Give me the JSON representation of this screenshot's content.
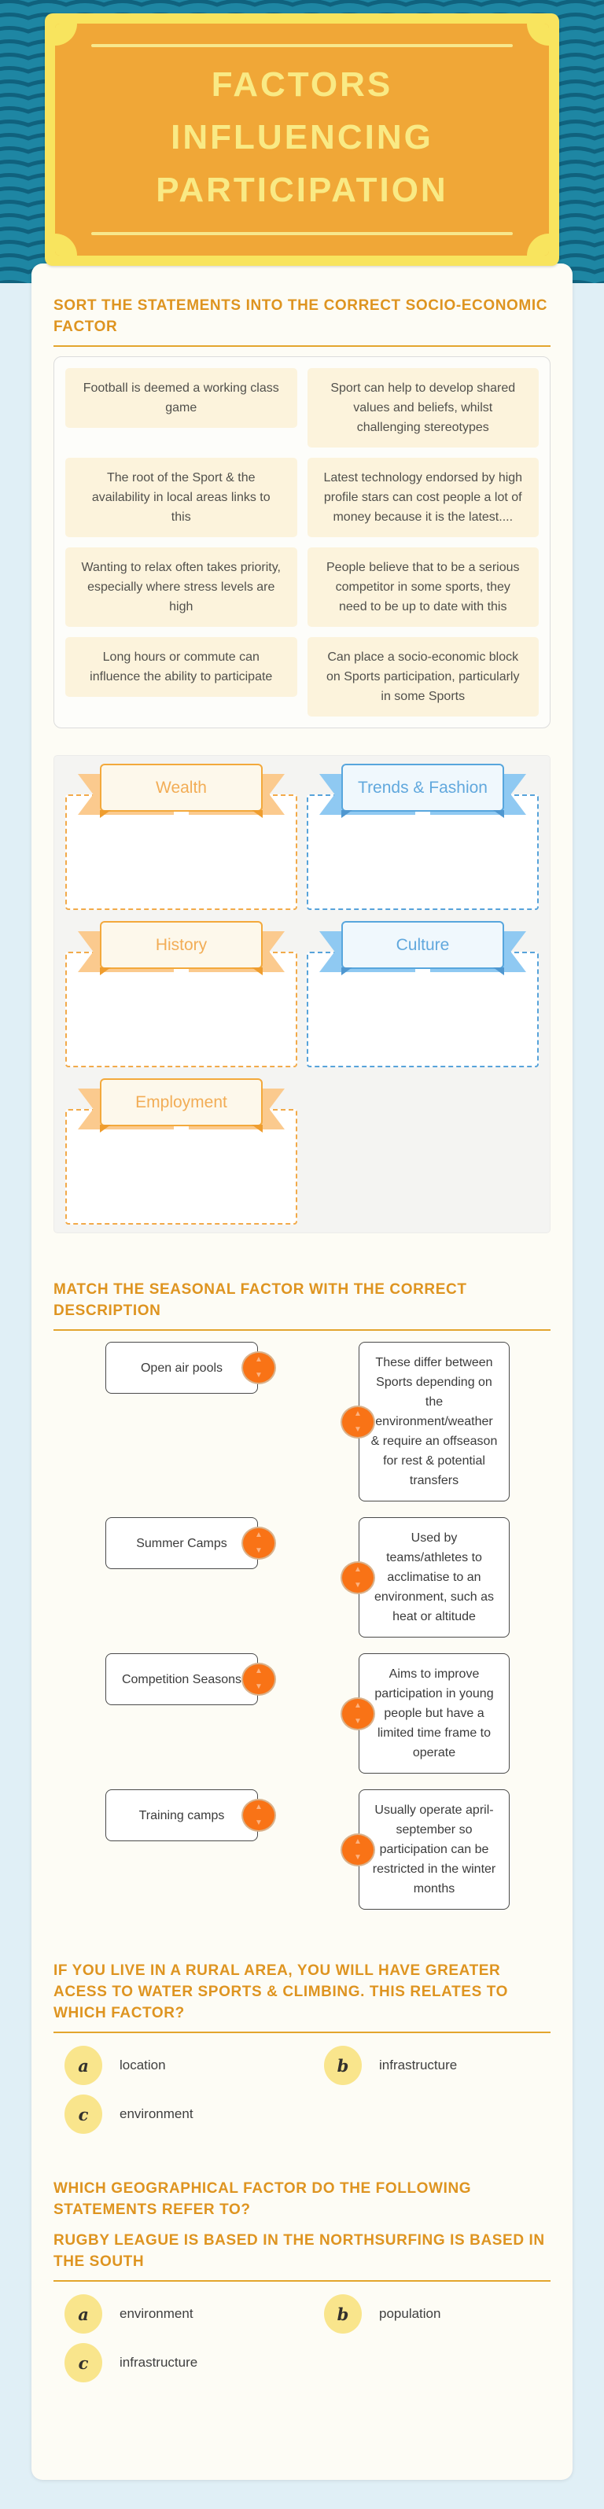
{
  "header": {
    "title_lines": [
      "FACTORS",
      "INFLUENCING",
      "PARTICIPATION"
    ]
  },
  "sort_section": {
    "title_lines": [
      "SORT THE STATEMENTS INTO THE CORRECT SOCIO-ECONOMIC",
      "FACTOR"
    ],
    "statements": [
      "Football is deemed a working class game",
      "Sport can help to develop shared values and beliefs, whilst challenging stereotypes",
      "The root of the Sport & the availability in local areas links to this",
      "Latest technology endorsed by high profile stars can cost people a lot of money because it is the latest....",
      "Wanting to relax often takes priority, especially where stress levels are high",
      "People believe that to be a serious competitor in some sports, they need to be up to date with this",
      "Long hours or commute can influence the ability to participate",
      "Can place a socio-economic block on Sports participation, particularly in some Sports"
    ],
    "factors": [
      {
        "label": "Wealth",
        "color": "orange"
      },
      {
        "label": "Trends & Fashion",
        "color": "blue"
      },
      {
        "label": "History",
        "color": "orange"
      },
      {
        "label": "Culture",
        "color": "blue"
      },
      {
        "label": "Employment",
        "color": "orange"
      }
    ]
  },
  "match_section": {
    "title_lines": [
      "MATCH THE SEASONAL FACTOR WITH THE CORRECT",
      "DESCRIPTION"
    ],
    "pairs": [
      {
        "left": "Open air pools",
        "right": "These differ between Sports depending on the environment/weather & require an offseason for rest & potential transfers"
      },
      {
        "left": "Summer Camps",
        "right": "Used by teams/athletes to acclimatise to an environment, such as heat or altitude"
      },
      {
        "left": "Competition Seasons",
        "right": "Aims to improve participation in young people but have a limited time frame to operate"
      },
      {
        "left": "Training camps",
        "right": "Usually operate april-september so participation can be restricted in the winter months"
      }
    ]
  },
  "question_rural": {
    "title_lines": [
      "IF YOU LIVE IN A RURAL AREA, YOU WILL HAVE GREATER",
      "ACESS TO WATER SPORTS & CLIMBING. THIS RELATES TO",
      "WHICH FACTOR?"
    ],
    "options": [
      {
        "letter": "a",
        "label": "location"
      },
      {
        "letter": "b",
        "label": "infrastructure"
      },
      {
        "letter": "c",
        "label": "environment"
      }
    ]
  },
  "question_geo": {
    "title_lines": [
      "WHICH GEOGRAPHICAL FACTOR DO THE FOLLOWING",
      "STATEMENTS REFER TO?"
    ],
    "subtitle_lines": [
      "RUGBY LEAGUE IS BASED IN THE NORTHSURFING IS BASED IN",
      "THE SOUTH"
    ],
    "options": [
      {
        "letter": "a",
        "label": "environment"
      },
      {
        "letter": "b",
        "label": "population"
      },
      {
        "letter": "c",
        "label": "infrastructure"
      }
    ]
  },
  "colors": {
    "accent_orange": "#de9420",
    "teal_background": "#1e86a3",
    "statement_cream": "#fcf3dc",
    "banner_orange": "#f3a93c",
    "banner_blue": "#58a6dd",
    "connector_orange": "#f97316",
    "option_yellow": "#f9e58c"
  }
}
